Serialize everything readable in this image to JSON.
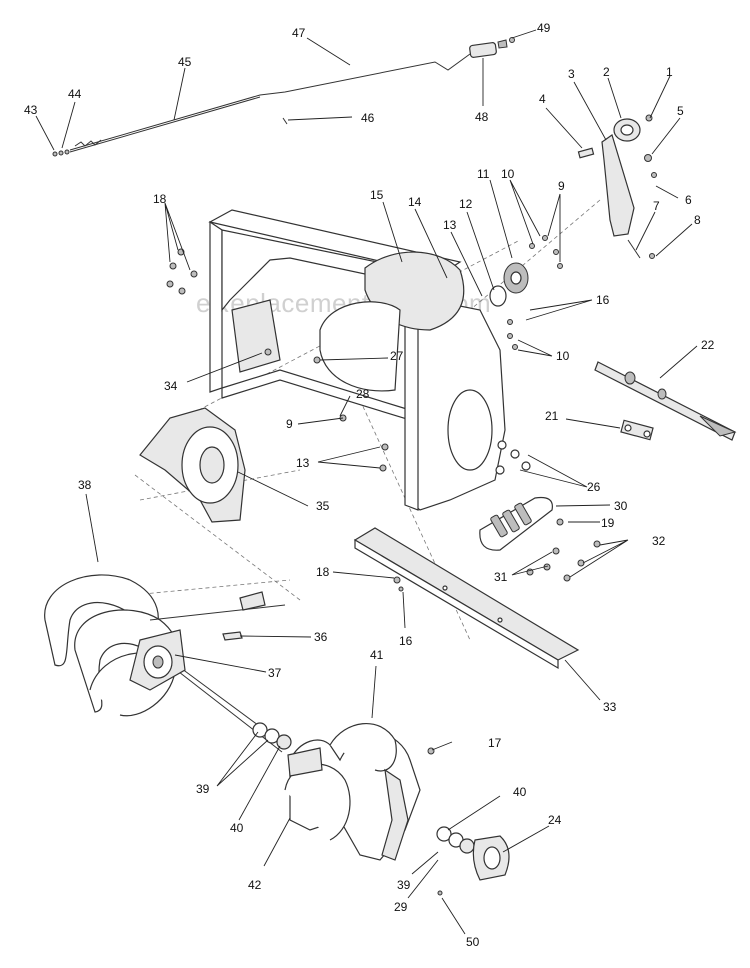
{
  "watermark": "eReplacementParts.com",
  "callouts": [
    {
      "label": "1"
    },
    {
      "label": "2"
    },
    {
      "label": "3"
    },
    {
      "label": "4"
    },
    {
      "label": "5"
    },
    {
      "label": "6"
    },
    {
      "label": "7"
    },
    {
      "label": "8"
    },
    {
      "label": "9"
    },
    {
      "label": "9"
    },
    {
      "label": "10"
    },
    {
      "label": "10"
    },
    {
      "label": "11"
    },
    {
      "label": "12"
    },
    {
      "label": "13"
    },
    {
      "label": "13"
    },
    {
      "label": "14"
    },
    {
      "label": "15"
    },
    {
      "label": "16"
    },
    {
      "label": "16"
    },
    {
      "label": "17"
    },
    {
      "label": "18"
    },
    {
      "label": "18"
    },
    {
      "label": "19"
    },
    {
      "label": "21"
    },
    {
      "label": "22"
    },
    {
      "label": "24"
    },
    {
      "label": "26"
    },
    {
      "label": "27"
    },
    {
      "label": "28"
    },
    {
      "label": "29"
    },
    {
      "label": "30"
    },
    {
      "label": "31"
    },
    {
      "label": "32"
    },
    {
      "label": "33"
    },
    {
      "label": "34"
    },
    {
      "label": "35"
    },
    {
      "label": "36"
    },
    {
      "label": "37"
    },
    {
      "label": "38"
    },
    {
      "label": "39"
    },
    {
      "label": "39"
    },
    {
      "label": "40"
    },
    {
      "label": "40"
    },
    {
      "label": "41"
    },
    {
      "label": "42"
    },
    {
      "label": "43"
    },
    {
      "label": "44"
    },
    {
      "label": "45"
    },
    {
      "label": "46"
    },
    {
      "label": "47"
    },
    {
      "label": "48"
    },
    {
      "label": "49"
    },
    {
      "label": "50"
    }
  ]
}
